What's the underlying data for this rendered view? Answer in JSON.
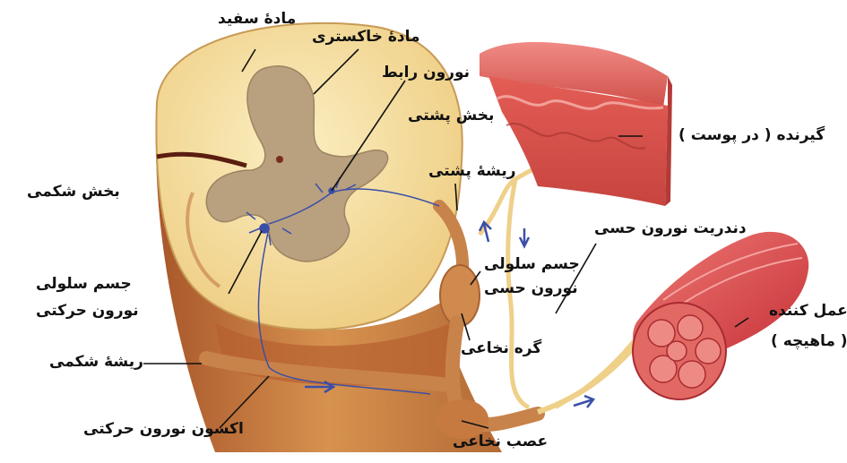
{
  "labels": {
    "white_matter": "مادهٔ سفید",
    "gray_matter": "مادهٔ خاکستری",
    "interneuron": "نورون رابط",
    "dorsal_part": "بخش پشتی",
    "dorsal_root": "ریشهٔ پشتی",
    "ventral_part": "بخش شکمی",
    "receptor": "گیرنده ( در پوست )",
    "sensory_dendrite": "دندریت نورون حسی",
    "sensory_cell_body_line1": "جسم سلولی",
    "sensory_cell_body_line2": "نورون حسی",
    "motor_cell_body_line1": "جسم سلولی",
    "motor_cell_body_line2": "نورون حرکتی",
    "effector_line1": "عمل کننده",
    "effector_line2": "( ماهیچه )",
    "ventral_root": "ریشهٔ شکمی",
    "spinal_ganglion": "گره نخاعی",
    "motor_axon": "اکسون نورون حرکتی",
    "spinal_nerve": "عصب نخاعی"
  },
  "colors": {
    "white_matter": "#f6e3a6",
    "gray_matter": "#b9a07e",
    "cord_side": "#c98245",
    "skin": "#d9534f",
    "muscle": "#d23a3f",
    "nerve": "#efd089",
    "neuron": "#3a4fa8"
  }
}
